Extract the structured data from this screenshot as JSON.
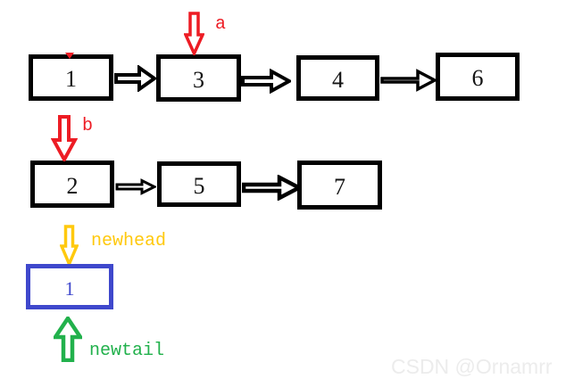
{
  "diagram": {
    "title_hint": "linked list merge illustration",
    "colors": {
      "node_border": "#000000",
      "pointer_red": "#ED1C24",
      "newhead_gold": "#FFC90E",
      "newtail_green": "#22B14C",
      "merged_node_blue": "#3F48CC",
      "watermark_gray": "#ECECEC",
      "background": "#ffffff"
    },
    "list_a": {
      "pointer_label": "a",
      "nodes": [
        {
          "value": "1"
        },
        {
          "value": "3"
        },
        {
          "value": "4"
        },
        {
          "value": "6"
        }
      ]
    },
    "list_b": {
      "pointer_label": "b",
      "nodes": [
        {
          "value": "2"
        },
        {
          "value": "5"
        },
        {
          "value": "7"
        }
      ]
    },
    "merged_list": {
      "node": {
        "value": "1"
      },
      "newhead_label": "newhead",
      "newtail_label": "newtail"
    }
  },
  "watermark": {
    "text": "CSDN @Ornamrr"
  }
}
